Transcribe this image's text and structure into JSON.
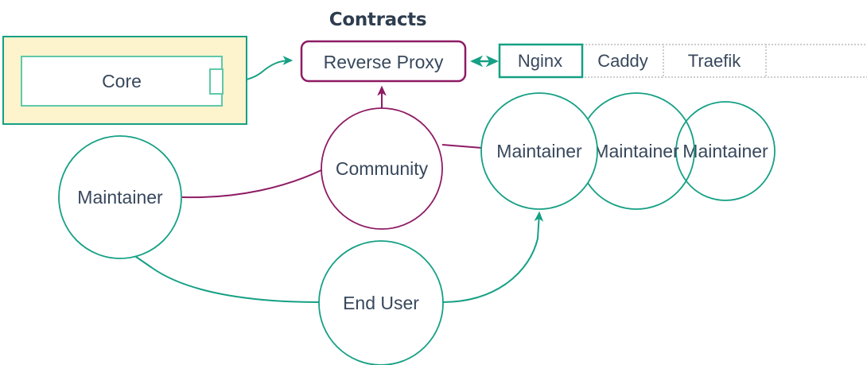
{
  "diagram": {
    "title": "Contracts",
    "colors": {
      "teal": "#16a085",
      "teal_light": "#5ec9a8",
      "purple": "#8e1b64",
      "text": "#38485c",
      "yellow_fill": "#fdf3cd",
      "dotted_grey": "#9b9b9b",
      "background": "#ffffff"
    },
    "nodes": {
      "core_group": {
        "label": "Core",
        "kind": "nested-box",
        "fill": "#fdf3cd",
        "border": "#16a085"
      },
      "reverse_proxy": {
        "label": "Reverse Proxy",
        "kind": "rounded-box",
        "border": "#8e1b64"
      },
      "community": {
        "label": "Community",
        "kind": "circle",
        "border": "#8e1b64"
      },
      "end_user": {
        "label": "End User",
        "kind": "circle",
        "border": "#16a085"
      },
      "maintainer_left": {
        "label": "Maintainer",
        "kind": "circle",
        "border": "#16a085"
      },
      "maintainer_stack": [
        {
          "label": "Maintainer",
          "visible_text": "Maintainer"
        },
        {
          "label": "Maintainer",
          "visible_text": "ntainer"
        },
        {
          "label": "Maintainer",
          "visible_text": "aintainer"
        }
      ]
    },
    "impl_boxes": [
      {
        "label": "Nginx",
        "style": "solid",
        "selected": true
      },
      {
        "label": "Caddy",
        "style": "dotted",
        "selected": false
      },
      {
        "label": "Traefik",
        "style": "dotted",
        "selected": false
      },
      {
        "label": "",
        "style": "dotted",
        "selected": false
      }
    ],
    "edges": [
      {
        "from": "core_group",
        "to": "reverse_proxy",
        "arrow": "single",
        "color": "#16a085"
      },
      {
        "from": "reverse_proxy",
        "to": "nginx",
        "arrow": "double",
        "color": "#16a085"
      },
      {
        "from": "community",
        "to": "reverse_proxy",
        "arrow": "single",
        "color": "#8e1b64"
      },
      {
        "from": "maintainer_left",
        "to": "community",
        "arrow": "none",
        "color": "#8e1b64"
      },
      {
        "from": "community",
        "to": "maintainer_right",
        "arrow": "none",
        "color": "#8e1b64"
      },
      {
        "from": "end_user",
        "to": "maintainer_left",
        "arrow": "single",
        "color": "#16a085"
      },
      {
        "from": "end_user",
        "to": "maintainer_right",
        "arrow": "single",
        "color": "#16a085"
      }
    ]
  }
}
